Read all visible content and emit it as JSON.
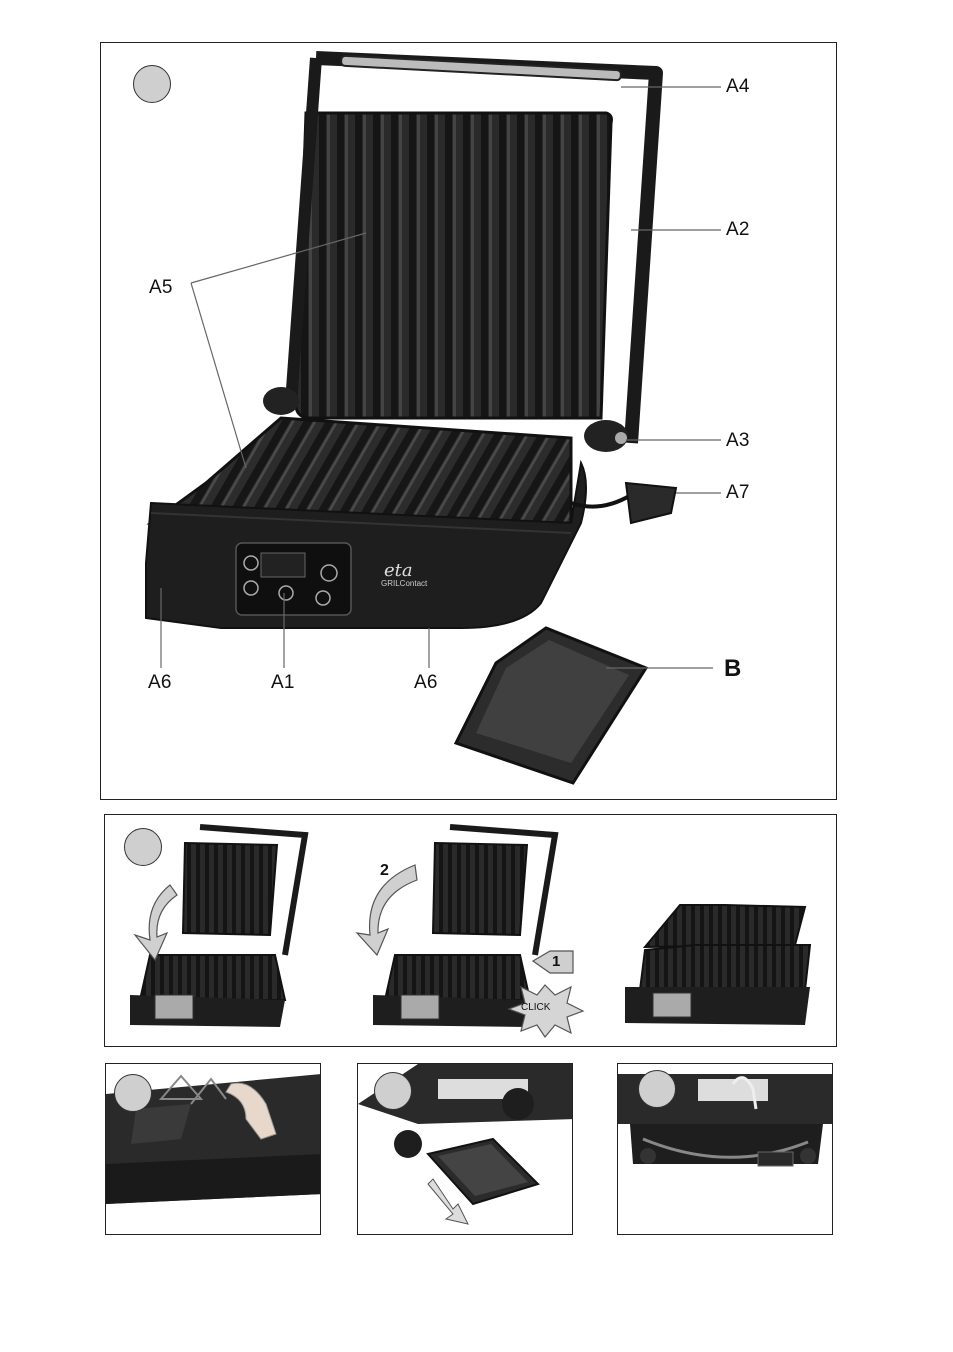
{
  "figure1": {
    "labels": {
      "a4": "A4",
      "a2": "A2",
      "a5": "A5",
      "a3": "A3",
      "a7": "A7",
      "a6_left": "A6",
      "a1": "A1",
      "a6_right": "A6",
      "b": "B"
    },
    "brand_text": "eta",
    "brand_sub": "GRILContact"
  },
  "figure2": {
    "step_two": "2",
    "step_one": "1",
    "click_text": "CLICK"
  }
}
